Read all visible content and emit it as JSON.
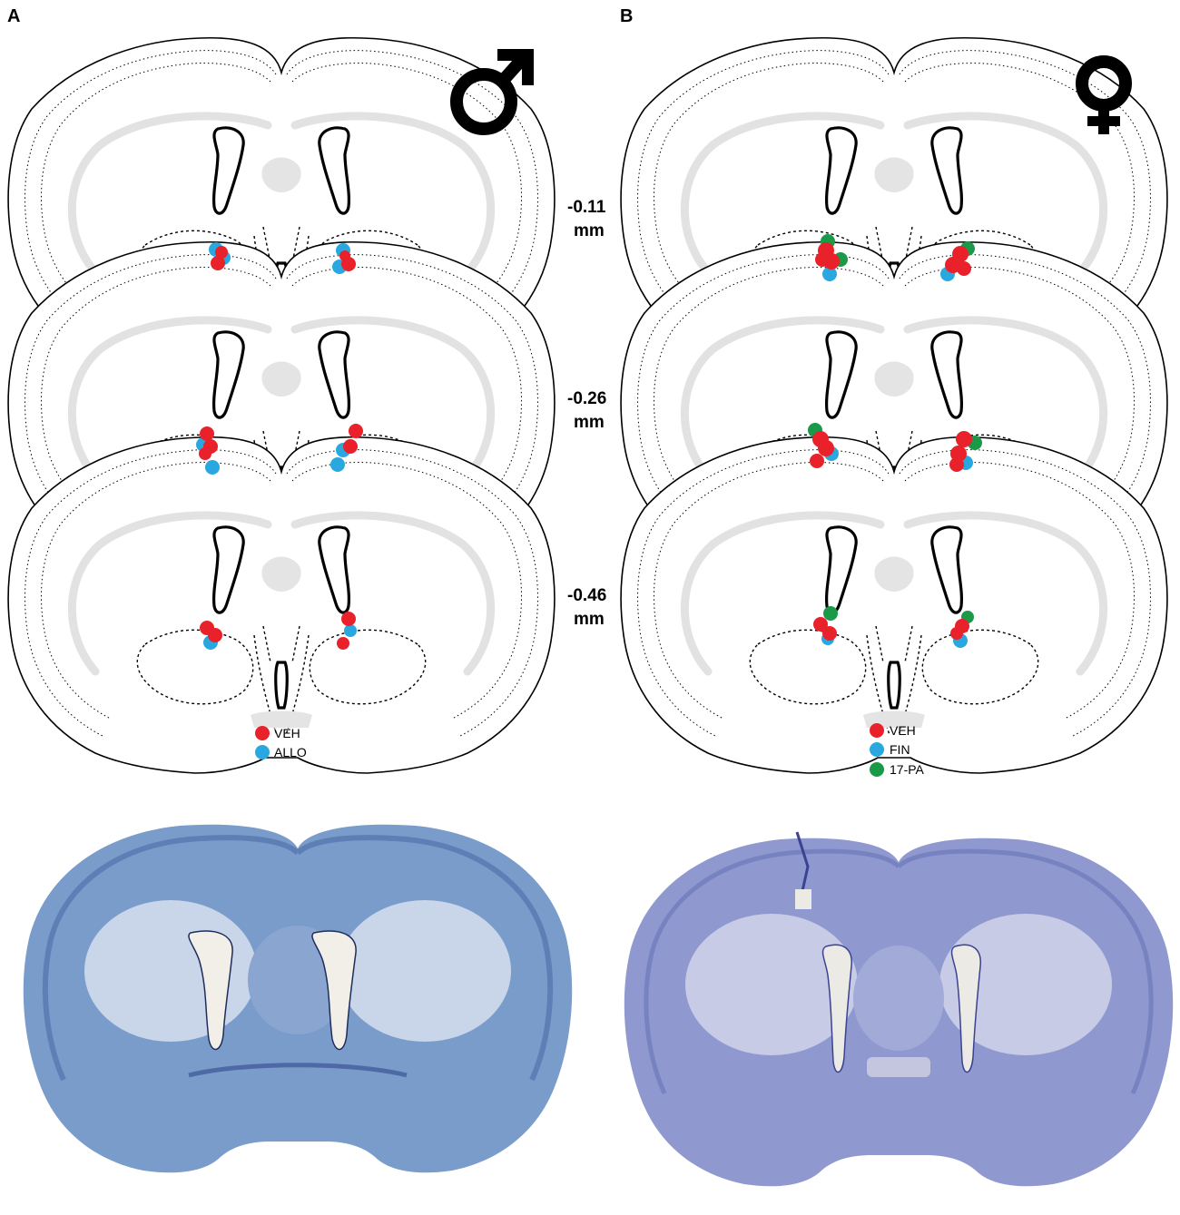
{
  "panels": [
    {
      "letter": "A",
      "sex_symbol": "male-symbol",
      "legend": [
        {
          "label": "VEH",
          "color": "#e8212b"
        },
        {
          "label": "ALLO",
          "color": "#29a8e0"
        }
      ]
    },
    {
      "letter": "B",
      "sex_symbol": "female-symbol",
      "legend": [
        {
          "label": "VEH",
          "color": "#e8212b"
        },
        {
          "label": "FIN",
          "color": "#29a8e0"
        },
        {
          "label": "17-PA",
          "color": "#1a9a48"
        }
      ]
    }
  ],
  "depths": [
    {
      "line1": "-0.11",
      "line2": "mm"
    },
    {
      "line1": "-0.26",
      "line2": "mm"
    },
    {
      "line1": "-0.46",
      "line2": "mm"
    }
  ],
  "colors": {
    "veh": "#e8212b",
    "treatment": "#29a8e0",
    "pa17": "#1a9a48",
    "stain_male": "#7a9ccb",
    "stain_female": "#8f99cf"
  }
}
